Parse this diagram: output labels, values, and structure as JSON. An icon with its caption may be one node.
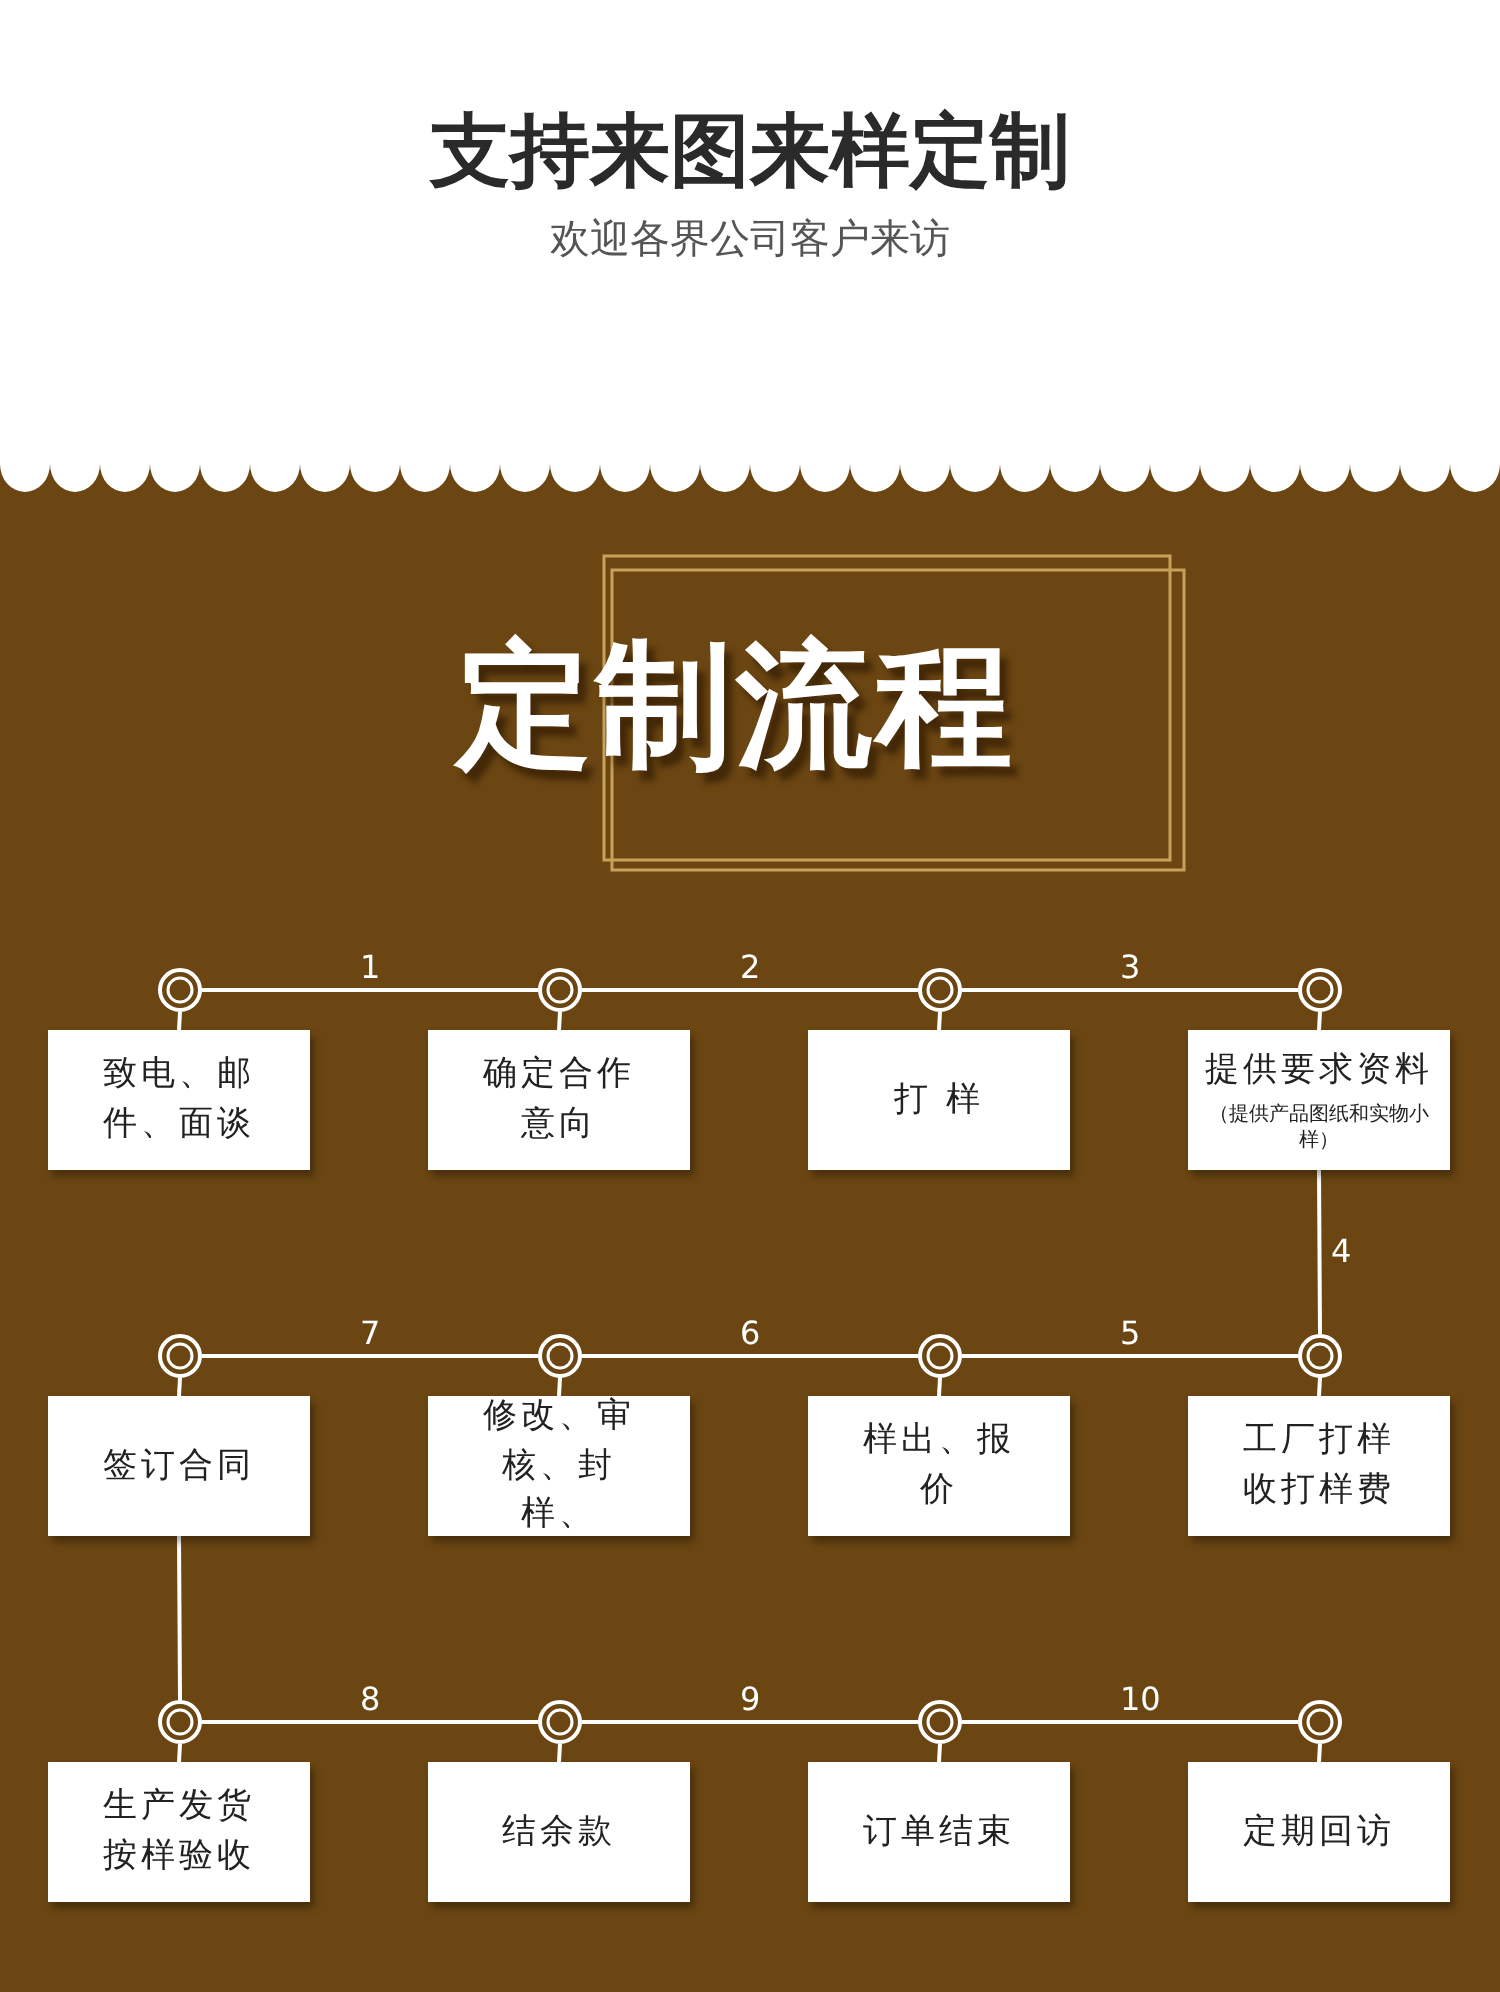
{
  "diagram": {
    "title": "支持来图来样定制",
    "nodes": [
      {
        "text": [],
        "shape": "circle"
      },
      {
        "text": [],
        "shape": "circle"
      },
      {
        "text": [],
        "shape": "circle"
      },
      {
        "text": [],
        "shape": "circle"
      },
      {
        "text": [
          "致电、邮件、面谈"
        ]
      },
      {
        "text": [
          "确定合作意向"
        ]
      },
      {
        "text": [
          "打 样"
        ]
      },
      {
        "text": [
          "提供要求资料",
          "（提供产品图纸和实物小样）"
        ]
      },
      {
        "text": [],
        "shape": "circle"
      },
      {
        "text": [],
        "shape": "circle"
      },
      {
        "text": [],
        "shape": "circle"
      },
      {
        "text": [],
        "shape": "circle"
      },
      {
        "text": [
          "签订合同"
        ]
      },
      {
        "text": [
          "修改、审核、封样、"
        ]
      },
      {
        "text": [
          "样出、报价"
        ]
      },
      {
        "text": [
          "工厂打样收打样费"
        ]
      },
      {
        "text": [],
        "shape": "circle"
      },
      {
        "text": [],
        "shape": "circle"
      },
      {
        "text": [],
        "shape": "circle"
      },
      {
        "text": [],
        "shape": "circle"
      },
      {
        "text": [
          "生产发货按样验收"
        ]
      },
      {
        "text": [
          "结余款"
        ]
      },
      {
        "text": [
          "订单结束"
        ]
      },
      {
        "text": [
          "定期回访"
        ]
      }
    ],
    "edges": [
      {
        "from": 0,
        "to": 1,
        "arrow": "none",
        "label": "1"
      },
      {
        "from": 1,
        "to": 2,
        "arrow": "none",
        "label": "2"
      },
      {
        "from": 2,
        "to": 3,
        "arrow": "none",
        "label": "3"
      },
      {
        "from": 0,
        "to": 4,
        "arrow": "none"
      },
      {
        "from": 1,
        "to": 5,
        "arrow": "none"
      },
      {
        "from": 2,
        "to": 6,
        "arrow": "none"
      },
      {
        "from": 3,
        "to": 7,
        "arrow": "none"
      },
      {
        "from": 7,
        "to": 11,
        "arrow": "none",
        "label": "4"
      },
      {
        "from": 11,
        "to": 10,
        "arrow": "none",
        "label": "5"
      },
      {
        "from": 10,
        "to": 9,
        "arrow": "none",
        "label": "6"
      },
      {
        "from": 9,
        "to": 8,
        "arrow": "none",
        "label": "7"
      },
      {
        "from": 8,
        "to": 12,
        "arrow": "none"
      },
      {
        "from": 9,
        "to": 13,
        "arrow": "none"
      },
      {
        "from": 10,
        "to": 14,
        "arrow": "none"
      },
      {
        "from": 11,
        "to": 15,
        "arrow": "none"
      },
      {
        "from": 12,
        "to": 16,
        "arrow": "none"
      },
      {
        "from": 16,
        "to": 17,
        "arrow": "none",
        "label": "8"
      },
      {
        "from": 17,
        "to": 18,
        "arrow": "none",
        "label": "9"
      },
      {
        "from": 18,
        "to": 19,
        "arrow": "none",
        "label": "10"
      },
      {
        "from": 16,
        "to": 20,
        "arrow": "none"
      },
      {
        "from": 17,
        "to": 21,
        "arrow": "none"
      },
      {
        "from": 18,
        "to": 22,
        "arrow": "none"
      },
      {
        "from": 19,
        "to": 23,
        "arrow": "none"
      }
    ],
    "labels": [
      "欢迎各界公司客户来访",
      "定制流程"
    ]
  }
}
